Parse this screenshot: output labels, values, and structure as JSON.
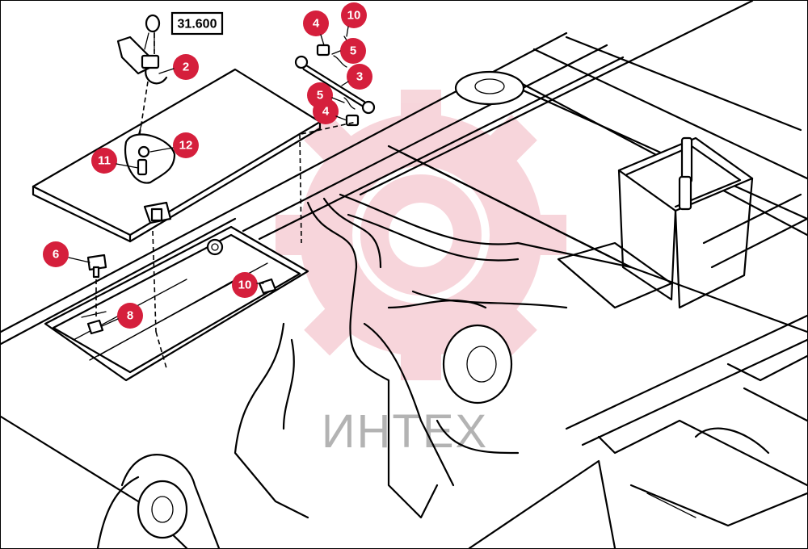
{
  "diagram": {
    "reference_label": "31.600",
    "watermark_text": "ИНТЕХ",
    "callout_color": "#d51f3c",
    "callouts": [
      {
        "id": "2",
        "label": "2"
      },
      {
        "id": "4a",
        "label": "4"
      },
      {
        "id": "10a",
        "label": "10"
      },
      {
        "id": "5a",
        "label": "5"
      },
      {
        "id": "3",
        "label": "3"
      },
      {
        "id": "5b",
        "label": "5"
      },
      {
        "id": "4b",
        "label": "4"
      },
      {
        "id": "12",
        "label": "12"
      },
      {
        "id": "11",
        "label": "11"
      },
      {
        "id": "6",
        "label": "6"
      },
      {
        "id": "10b",
        "label": "10"
      },
      {
        "id": "8",
        "label": "8"
      }
    ]
  }
}
